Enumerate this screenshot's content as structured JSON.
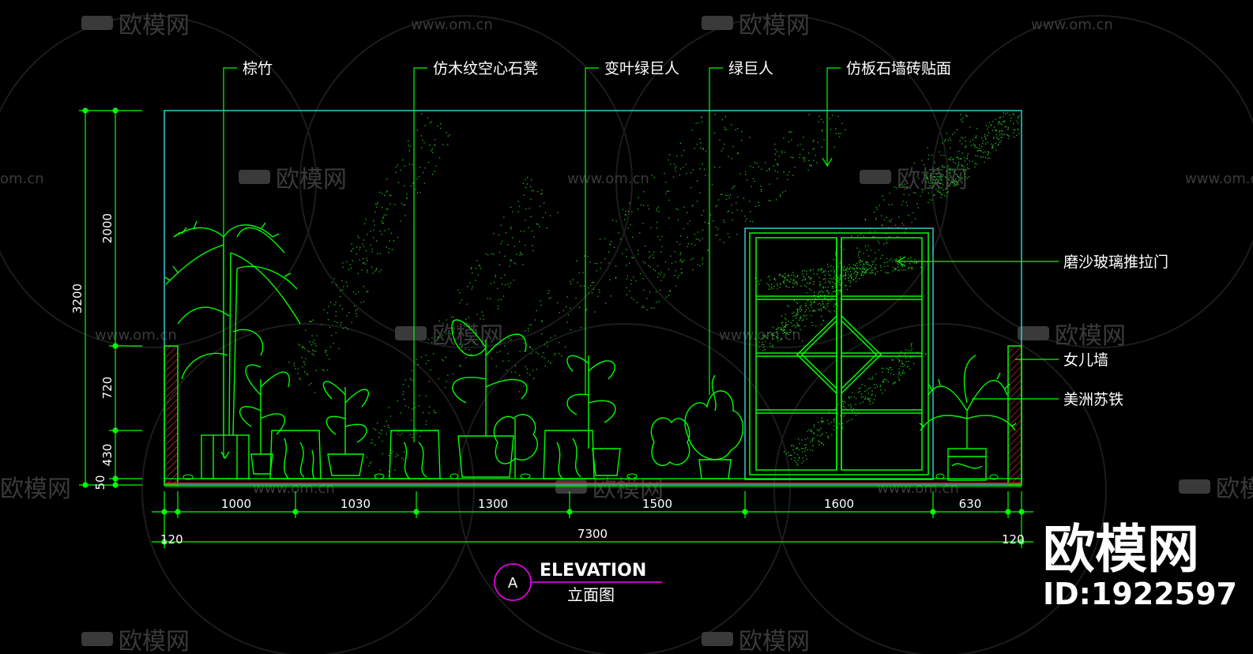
{
  "watermark": {
    "logo_text": "欧模网",
    "url_text": "www.om.cn",
    "url_fragment": "om.cn",
    "logo_fragment": "欧模网"
  },
  "branding": {
    "name": "欧模网",
    "id": "ID:1922597"
  },
  "labels": {
    "palm_bamboo": "棕竹",
    "stone_stool": "仿木纹空心石凳",
    "variegated_philodendron": "变叶绿巨人",
    "green_giant": "绿巨人",
    "stone_tile": "仿板石墙砖贴面",
    "sliding_door": "磨沙玻璃推拉门",
    "parapet": "女儿墙",
    "cycad": "美洲苏铁"
  },
  "dimensions": {
    "vertical_total": "3200",
    "vertical_segments": [
      "2000",
      "720",
      "430",
      "50"
    ],
    "horizontal_segments": [
      "1000",
      "1030",
      "1300",
      "1500",
      "1600",
      "630"
    ],
    "horizontal_total": "7300",
    "edge_left": "120",
    "edge_right": "120"
  },
  "title": {
    "marker": "A",
    "english": "ELEVATION",
    "chinese": "立面图"
  },
  "colors": {
    "line_green": "#00ff00",
    "frame_cyan": "#33cccc",
    "wall_red": "#ff2020",
    "marker_magenta": "#ff00ff",
    "text_white": "#ffffff"
  }
}
